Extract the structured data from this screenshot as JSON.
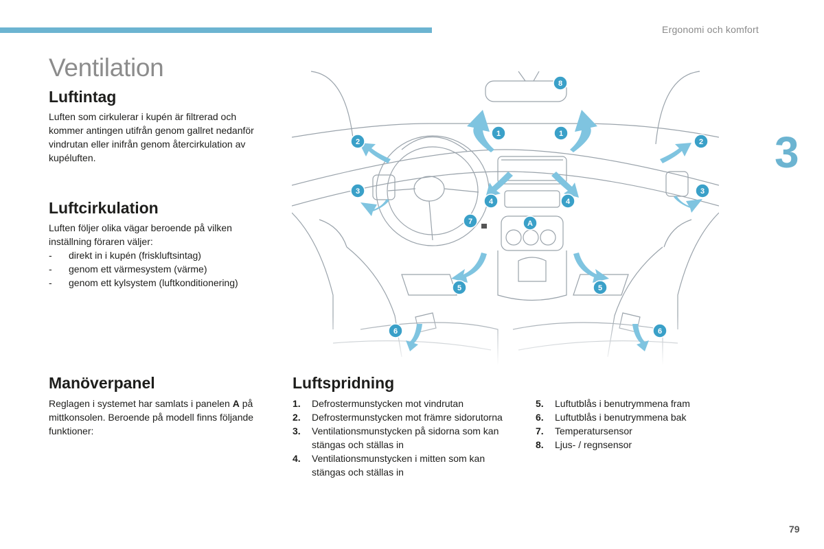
{
  "header": {
    "section_name": "Ergonomi och komfort",
    "chapter_number": "3"
  },
  "page_title": "Ventilation",
  "air_intake": {
    "heading": "Luftintag",
    "text": "Luften som cirkulerar i kupén är filtrerad och kommer antingen utifrån genom gallret nedanför vindrutan eller inifrån genom återcirkulation av kupéluften."
  },
  "air_circulation": {
    "heading": "Luftcirkulation",
    "text": "Luften följer olika vägar beroende på vilken inställning föraren väljer:",
    "bullets": [
      "direkt in i kupén (friskluftsintag)",
      "genom ett värmesystem (värme)",
      "genom ett kylsystem (luftkonditionering)"
    ]
  },
  "control_panel": {
    "heading": "Manöverpanel",
    "text_before": "Reglagen i systemet har samlats i panelen ",
    "panel_letter": "A",
    "text_after": " på mittkonsolen. Beroende på modell finns följande funktioner:"
  },
  "air_distribution": {
    "heading": "Luftspridning",
    "items": [
      {
        "num": "1.",
        "text": "Defrostermunstycken mot vindrutan"
      },
      {
        "num": "2.",
        "text": "Defrostermunstycken mot främre sidorutorna"
      },
      {
        "num": "3.",
        "text": "Ventilationsmunstycken på sidorna som kan stängas och ställas in"
      },
      {
        "num": "4.",
        "text": "Ventilationsmunstycken i mitten som kan stängas och ställas in"
      },
      {
        "num": "5.",
        "text": "Luftutblås i benutrymmena fram"
      },
      {
        "num": "6.",
        "text": "Luftutblås i benutrymmena bak"
      },
      {
        "num": "7.",
        "text": "Temperatursensor"
      },
      {
        "num": "8.",
        "text": "Ljus- / regnsensor"
      }
    ]
  },
  "diagram": {
    "markers": [
      "1",
      "1",
      "2",
      "2",
      "3",
      "3",
      "4",
      "4",
      "5",
      "5",
      "6",
      "6",
      "7",
      "8",
      "A"
    ],
    "marker_color": "#3aa0c8",
    "arrow_color": "#7fc4e0"
  },
  "page_number": "79"
}
